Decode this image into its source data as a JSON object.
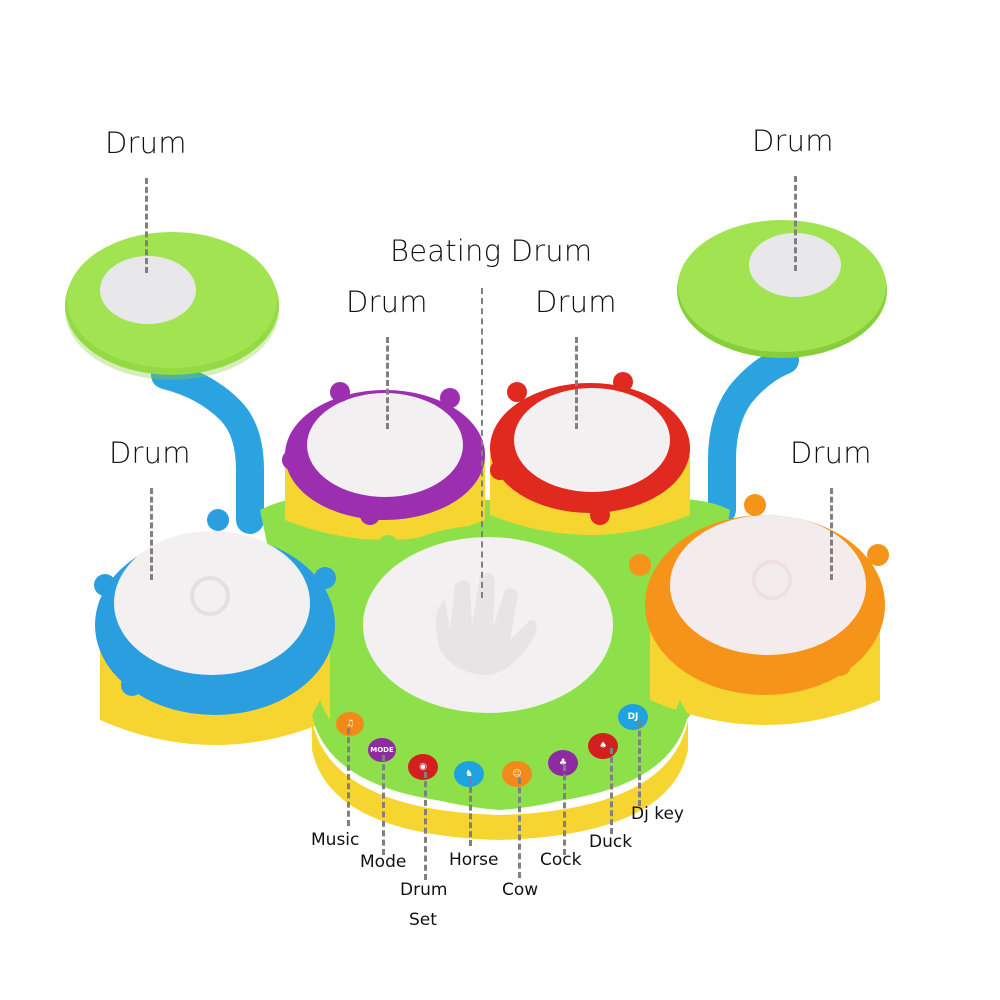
{
  "image": {
    "subject": "Toy drum set with labeled parts",
    "background": "#ffffff"
  },
  "labels": {
    "cymbal_left": "Drum",
    "cymbal_right": "Drum",
    "beating_drum": "Beating Drum",
    "drum_purple": "Drum",
    "drum_red": "Drum",
    "drum_blue": "Drum",
    "drum_orange": "Drum"
  },
  "buttons": [
    {
      "label": "Music",
      "color": "#f28a1a",
      "glyph": "♫"
    },
    {
      "label": "Mode",
      "color": "#8e2ba3",
      "glyph": "MODE"
    },
    {
      "label": "Drum Set",
      "line1": "Drum",
      "line2": "Set",
      "color": "#d41f1f",
      "glyph": "◉"
    },
    {
      "label": "Horse",
      "color": "#1fa3e0",
      "glyph": "♞"
    },
    {
      "label": "Cow",
      "color": "#f28a1a",
      "glyph": "☺"
    },
    {
      "label": "Cock",
      "color": "#8e2ba3",
      "glyph": "♣"
    },
    {
      "label": "Duck",
      "color": "#d41f1f",
      "glyph": "♠"
    },
    {
      "label": "Dj key",
      "color": "#1fa3e0",
      "glyph": "DJ"
    }
  ],
  "colors": {
    "cymbal": "#9be04a",
    "stand": "#2aa3e0",
    "purple": "#9b2fb0",
    "red": "#e02a1f",
    "blue": "#2b9ee0",
    "orange": "#f59418",
    "base_green": "#8ee04a",
    "base_yellow": "#f7d531",
    "drumhead": "#f2f0f0",
    "dash": "#808080"
  }
}
